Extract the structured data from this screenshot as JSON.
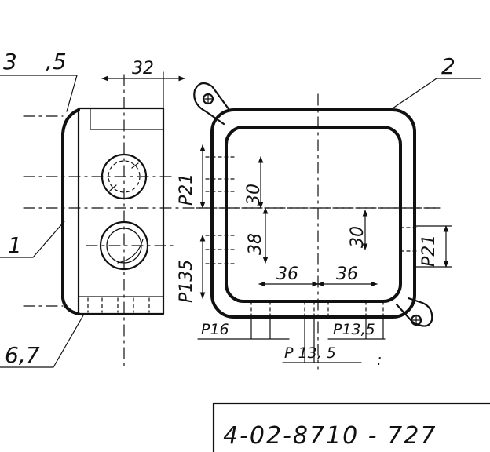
{
  "callouts": {
    "c1": "1",
    "c2": "2",
    "c3": "3",
    "c3_dim": ",5",
    "c6": "6,7"
  },
  "dims": {
    "width32": "32",
    "p21_left": "P21",
    "d30_left": "30",
    "d38": "38",
    "p135": "P135",
    "d30_right": "30",
    "p21_right": "P21",
    "d36_a": "36",
    "d36_b": "36",
    "p16": "P16",
    "p135_right": "P13,5",
    "p135_bottom": "P 13, 5"
  },
  "document_number": "4-02-8710 - 727"
}
